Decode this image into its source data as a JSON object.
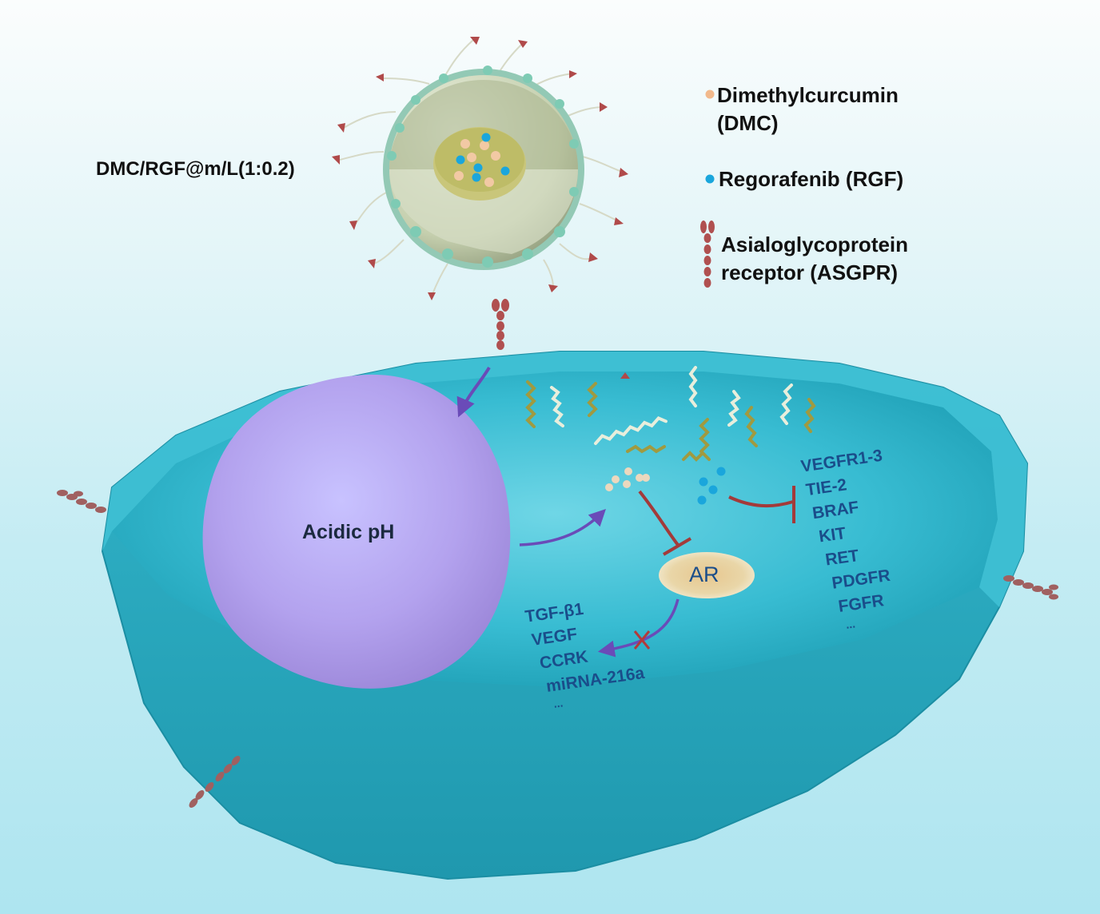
{
  "nanoparticle": {
    "label": "DMC/RGF@m/L(1:0.2)"
  },
  "legend": [
    {
      "icon": "dmc-particle-icon",
      "color": "#f2b98c",
      "lines": [
        "Dimethylcurcumin",
        "(DMC)"
      ]
    },
    {
      "icon": "rgf-particle-icon",
      "color": "#1aa6dc",
      "lines": [
        "Regorafenib (RGF)"
      ]
    },
    {
      "icon": "asgpr-receptor-icon",
      "color": "#b05050",
      "lines": [
        "Asialoglycoprotein",
        "receptor (ASGPR)"
      ]
    }
  ],
  "nucleus": {
    "label": "Acidic pH"
  },
  "ar": {
    "label": "AR"
  },
  "rgf_targets": [
    "VEGFR1-3",
    "TIE-2",
    "BRAF",
    "KIT",
    "RET",
    "PDGFR",
    "FGFR",
    "..."
  ],
  "ar_targets": [
    "TGF-β1",
    "VEGF",
    "CCRK",
    "miRNA-216a",
    "..."
  ],
  "colors": {
    "cell": "#2cb3c8",
    "nucleus": "#b9a6f0",
    "arrow": "#6a4bb8",
    "inhibit": "#a33a3a"
  }
}
